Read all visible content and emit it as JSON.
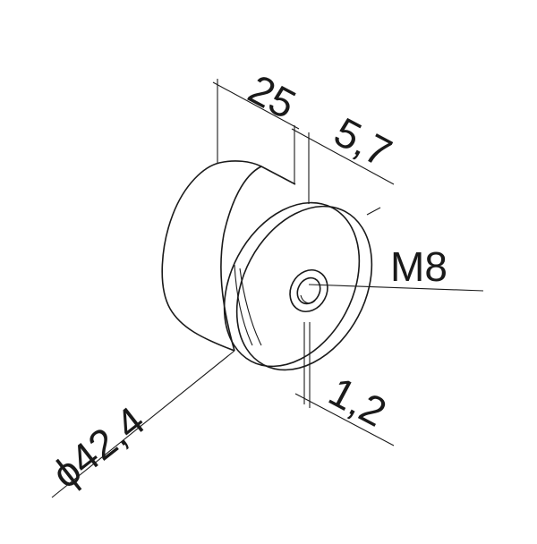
{
  "dimensions": {
    "length": "25",
    "flange": "5,7",
    "thread": "M8",
    "gap": "1,2",
    "diameter": "ϕ42,4"
  }
}
